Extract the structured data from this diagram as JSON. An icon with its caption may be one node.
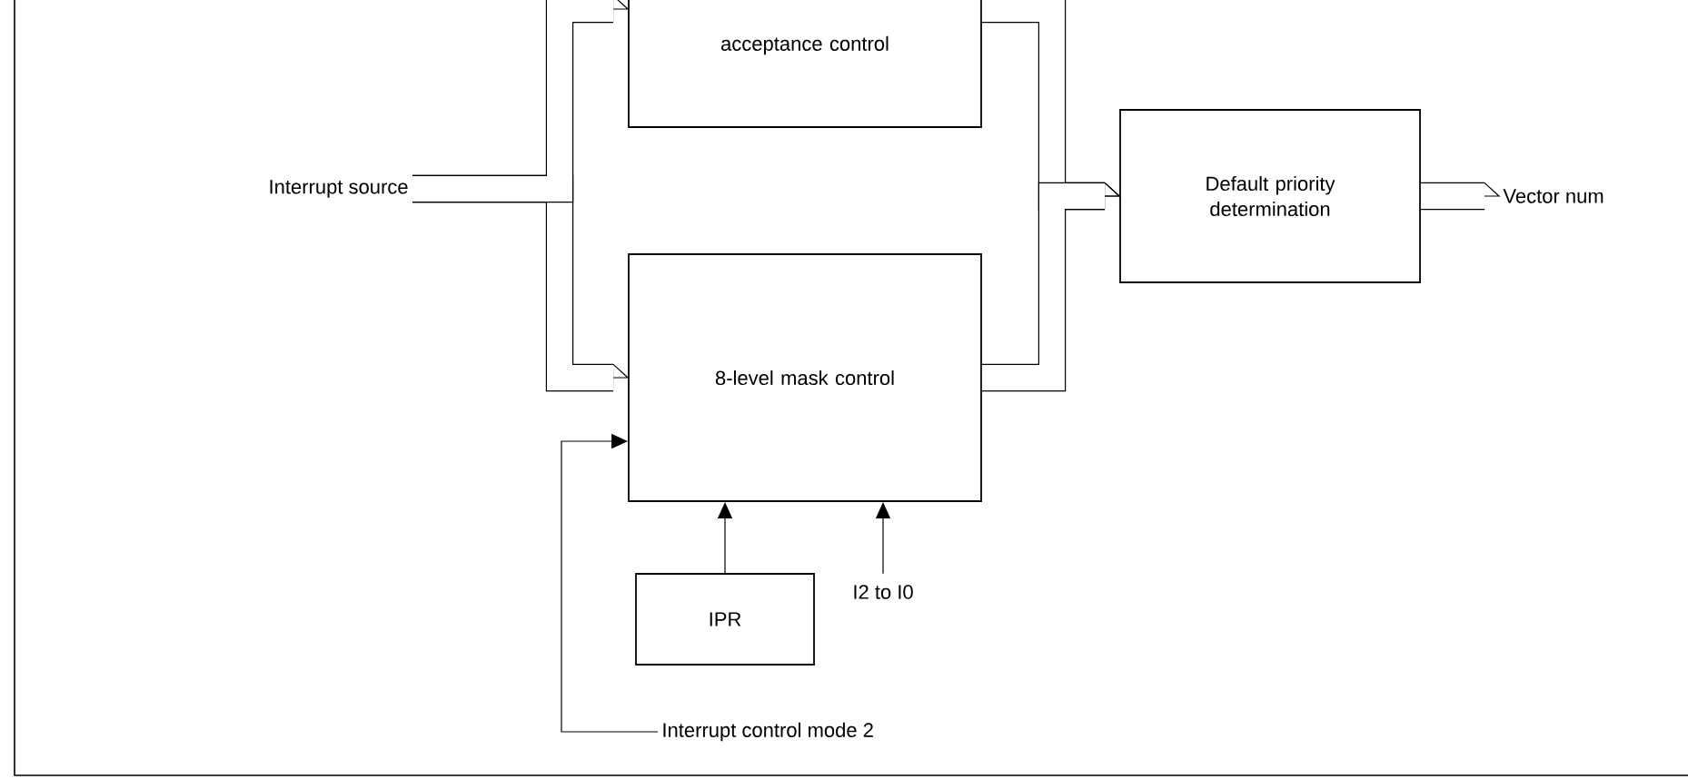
{
  "diagram": {
    "nodes": [
      {
        "text": [
          "acceptance control"
        ]
      },
      {
        "text": [
          "8-level mask control"
        ]
      },
      {
        "text": [
          "Default priority determination"
        ]
      },
      {
        "text": [
          "IPR"
        ]
      },
      {
        "text": [
          "Interrupt source"
        ]
      },
      {
        "text": [
          "Vector num"
        ]
      },
      {
        "text": [
          "I2 to I0"
        ]
      },
      {
        "text": [
          "Interrupt control mode 2"
        ]
      }
    ],
    "edges": [
      {
        "from": 4,
        "to": 1,
        "arrow": "to"
      },
      {
        "from": 4,
        "to": 0,
        "arrow": "to"
      },
      {
        "from": 0,
        "to": 2,
        "arrow": "to"
      },
      {
        "from": 1,
        "to": 2,
        "arrow": "to"
      },
      {
        "from": 2,
        "to": 5,
        "arrow": "to"
      },
      {
        "from": 3,
        "to": 1,
        "arrow": "to"
      },
      {
        "from": 6,
        "to": 1,
        "arrow": "to"
      },
      {
        "from": 7,
        "to": 1,
        "arrow": "to"
      }
    ]
  }
}
